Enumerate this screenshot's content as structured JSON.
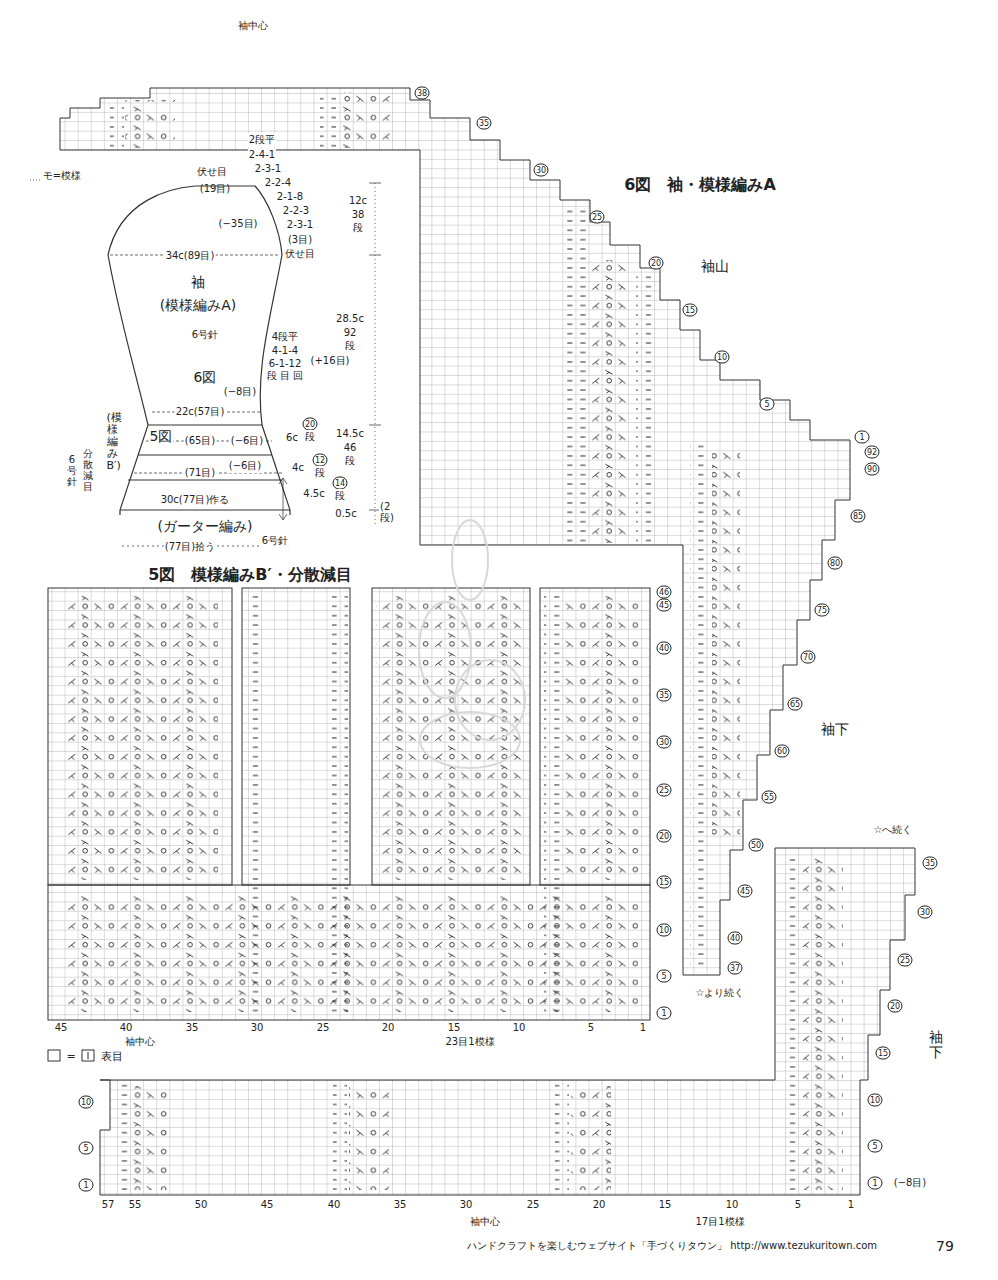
{
  "diagram": {
    "nodes": [
      {
        "text": [
          "袖",
          "(模様編みA)",
          "6号針",
          "6図"
        ]
      }
    ],
    "labels": [
      "袖中心",
      "38",
      "35",
      "30",
      "25",
      "20",
      "15",
      "10",
      "5",
      "1",
      "92",
      "90",
      "85",
      "80",
      "75",
      "70",
      "65",
      "60",
      "55",
      "50",
      "45",
      "40",
      "37",
      "6図　袖・模様編みA",
      "袖山",
      "袖下",
      "☆より続く",
      "☆へ続く",
      "袖下",
      "35",
      "30",
      "25",
      "20",
      "15",
      "10",
      "5",
      "1",
      "(−8目)",
      "10",
      "5",
      "1",
      "57",
      "55",
      "50",
      "45",
      "40",
      "35",
      "30",
      "25",
      "20",
      "15",
      "10",
      "5",
      "1",
      "袖中心",
      "17目1模様",
      "46",
      "45",
      "40",
      "35",
      "30",
      "25",
      "20",
      "15",
      "10",
      "5",
      "1",
      "45",
      "40",
      "35",
      "30",
      "25",
      "20",
      "15",
      "10",
      "5",
      "1",
      "袖中心",
      "23目1模様",
      "=",
      "5図　模様編みB′・分散減目",
      "モ=模様",
      "伏せ目",
      "(19目)",
      "2段平",
      "2-4-1",
      "2-3-1",
      "2-2-4",
      "2-1-8",
      "2-2-3",
      "2-3-1",
      "(3目)",
      "伏せ目",
      "(−35目)",
      "12c",
      "38",
      "段",
      "34c(89目)",
      "28.5c",
      "92",
      "段",
      "4段平",
      "4-1-4",
      "6-1-12",
      "(+16目)",
      "段 目 回",
      "(−8目)",
      "22c(57目)",
      "20",
      "段",
      "6c",
      "5図",
      "(65目)",
      "(−6目)",
      "12",
      "段",
      "4c",
      "(71目)",
      "(−6目)",
      "14",
      "段",
      "4.5c",
      "30c(77目)作る",
      "0.5c",
      "(2段)",
      "(ガーター編み)",
      "6号針",
      "(77目)拾う",
      "(模様編みB′)",
      "分散減目",
      "6号針",
      "14.5c",
      "46",
      "段",
      "ハンドクラフトを楽しむウェブサイト「手づくりタウン」 http://www.tezukuritown.com",
      "79"
    ],
    "legend": [
      {
        "text": "表目"
      }
    ]
  }
}
